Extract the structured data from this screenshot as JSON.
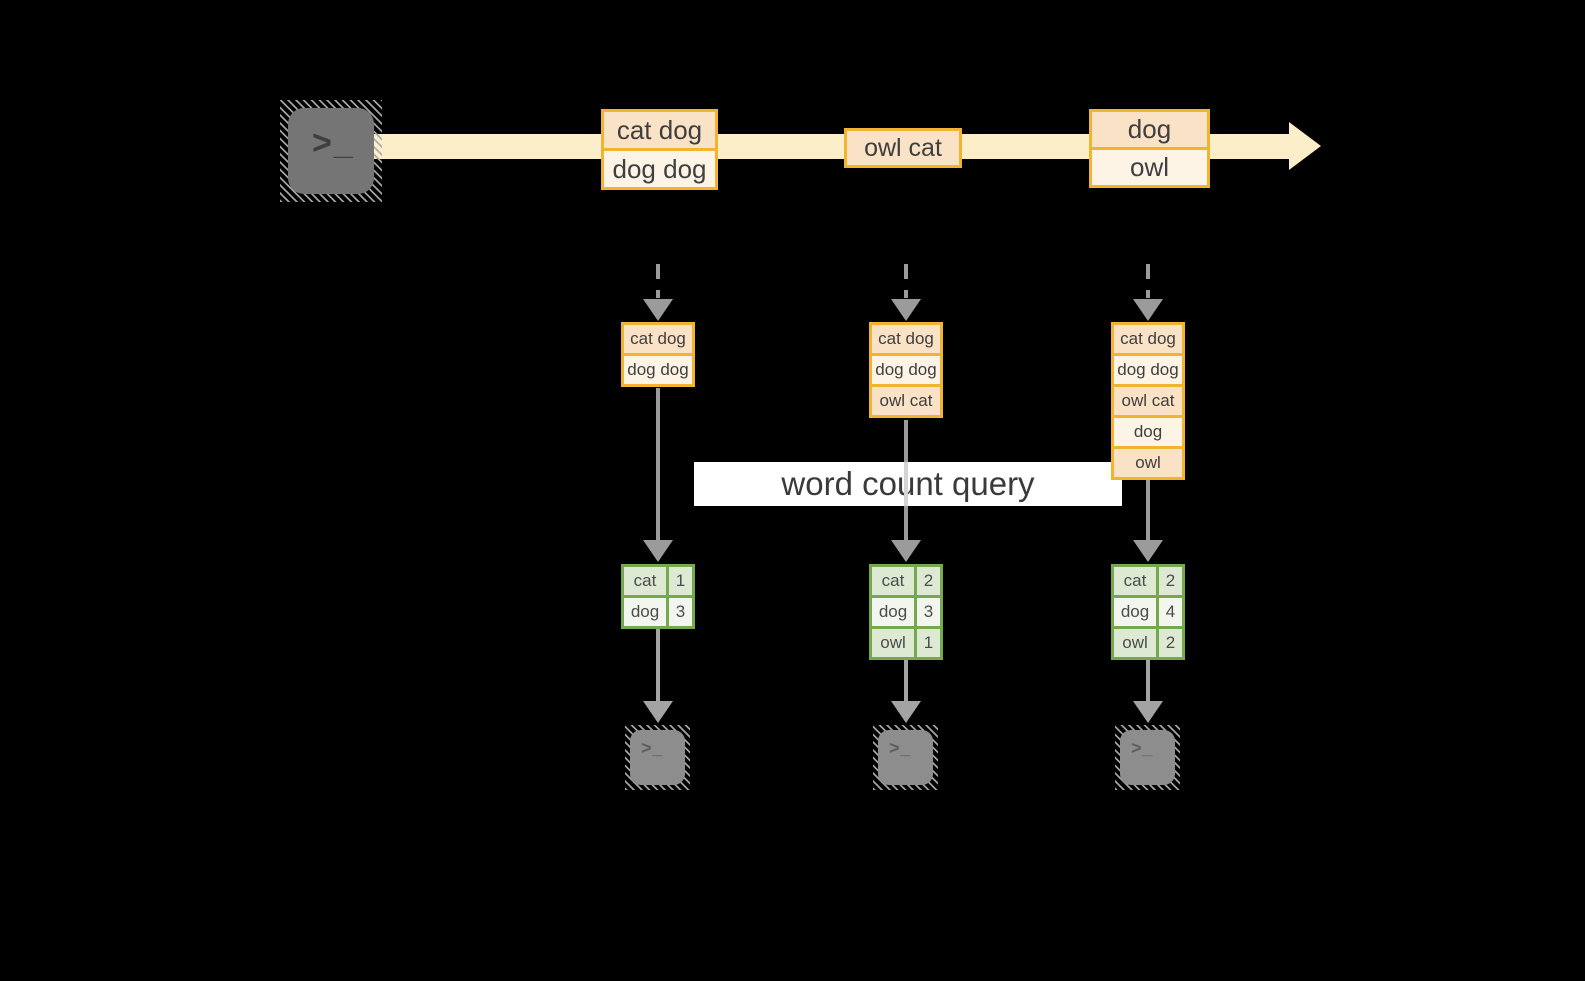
{
  "query_label": "word count query",
  "terminal_glyph": ">_",
  "stream_events": [
    {
      "rows": [
        "cat dog",
        "dog dog"
      ]
    },
    {
      "rows": [
        "owl cat"
      ]
    },
    {
      "rows": [
        "dog",
        "owl"
      ]
    }
  ],
  "state_stacks": [
    {
      "rows": [
        "cat dog",
        "dog dog"
      ]
    },
    {
      "rows": [
        "cat dog",
        "dog dog",
        "owl cat"
      ]
    },
    {
      "rows": [
        "cat dog",
        "dog dog",
        "owl cat",
        "dog",
        "owl"
      ]
    }
  ],
  "count_tables": [
    {
      "rows": [
        {
          "word": "cat",
          "count": "1"
        },
        {
          "word": "dog",
          "count": "3"
        }
      ]
    },
    {
      "rows": [
        {
          "word": "cat",
          "count": "2"
        },
        {
          "word": "dog",
          "count": "3"
        },
        {
          "word": "owl",
          "count": "1"
        }
      ]
    },
    {
      "rows": [
        {
          "word": "cat",
          "count": "2"
        },
        {
          "word": "dog",
          "count": "4"
        },
        {
          "word": "owl",
          "count": "2"
        }
      ]
    }
  ],
  "colors": {
    "background": "#000000",
    "stream_band": "#fbeec9",
    "event_fill_a": "#f9e2c5",
    "event_fill_b": "#fdf4e6",
    "event_border": "#f0b42e",
    "table_border": "#76a94e",
    "table_fill_a": "#dde9d3",
    "table_fill_b": "#f2f6ee",
    "arrow_gray": "#9b9b9b",
    "banner_bg": "#ffffff",
    "text_dark": "#3f3f3f"
  }
}
